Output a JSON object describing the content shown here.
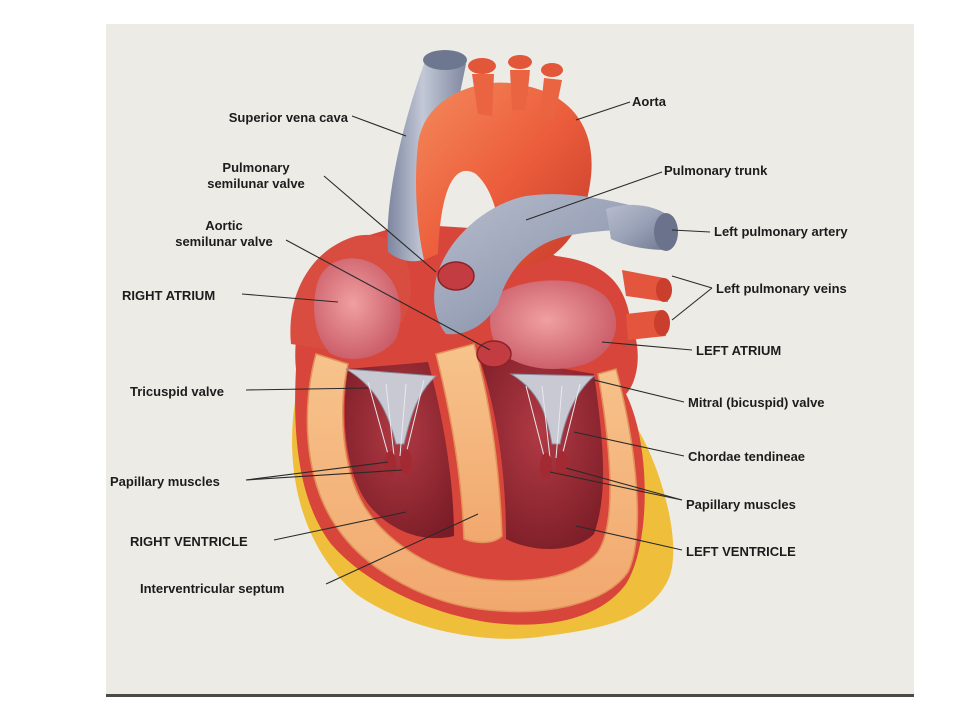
{
  "labels": {
    "superior_vena_cava": "Superior vena cava",
    "pulmonary_valve_l1": "Pulmonary",
    "pulmonary_valve_l2": "semilunar valve",
    "aortic_valve_l1": "Aortic",
    "aortic_valve_l2": "semilunar valve",
    "right_atrium": "RIGHT ATRIUM",
    "tricuspid_valve": "Tricuspid valve",
    "papillary_muscles_right": "Papillary muscles",
    "right_ventricle": "RIGHT VENTRICLE",
    "interventricular_septum": "Interventricular septum",
    "aorta": "Aorta",
    "pulmonary_trunk": "Pulmonary trunk",
    "left_pulmonary_artery": "Left pulmonary artery",
    "left_pulmonary_veins": "Left pulmonary veins",
    "left_atrium": "LEFT ATRIUM",
    "mitral_valve": "Mitral (bicuspid) valve",
    "chordae_tendineae": "Chordae tendineae",
    "papillary_muscles_left": "Papillary muscles",
    "left_ventricle": "LEFT VENTRICLE"
  },
  "colors": {
    "background": "#ffffff",
    "plate": "#ecebe6",
    "label_text": "#1c1c1c",
    "leader_line": "#2a2a2a",
    "myocardium_red": "#d8453a",
    "chamber_dark": "#8e2430",
    "aorta_orange": "#ee6a44",
    "vein_blue_gray": "#9aa2b8",
    "muscle_wall": "#f4b77a",
    "fat_yellow": "#efbf3c"
  }
}
